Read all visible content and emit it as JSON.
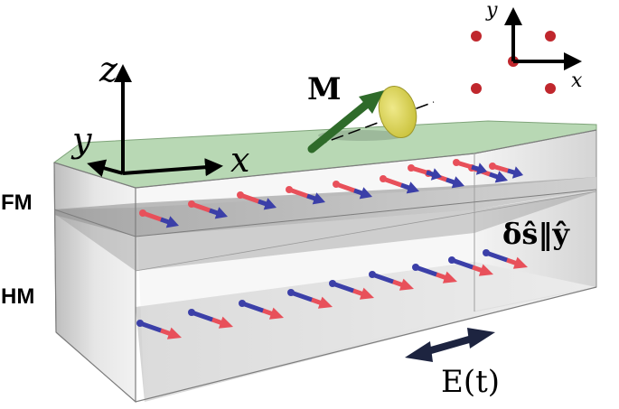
{
  "labels": {
    "layer_top": "FM",
    "layer_bottom": "HM",
    "magnetization": "M",
    "spin_accumulation": "δŝ‖ŷ",
    "field": "E(t)",
    "axis_x": "x",
    "axis_y": "y",
    "axis_z": "z",
    "lattice_axis_x": "x",
    "lattice_axis_y": "y"
  },
  "colors": {
    "fm_top": "#b8d8b4",
    "box_fill": "#d9d9d9",
    "spin_red": "#e8505a",
    "spin_blue": "#3b3fa8",
    "magnet_arrow": "#2f6b2a",
    "precession_cone": "#d4cf4a",
    "field_arrow": "#1d2440",
    "lattice_dot": "#c0272d"
  }
}
